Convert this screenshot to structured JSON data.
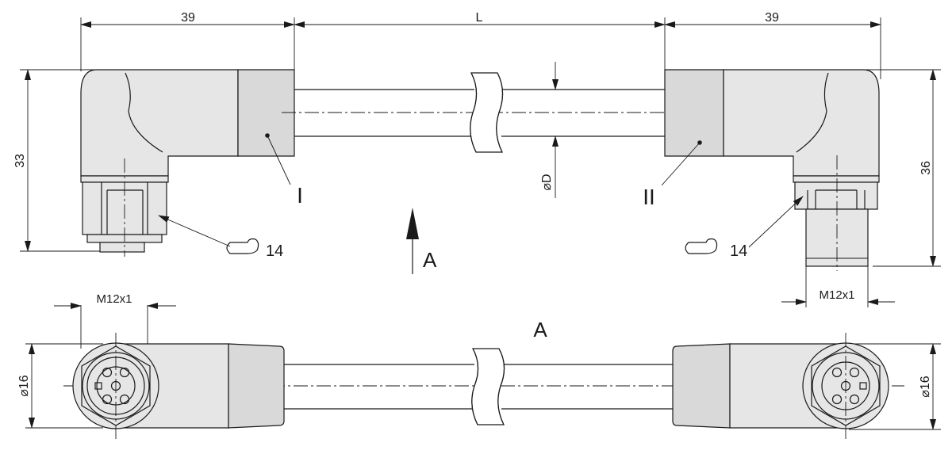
{
  "dimensions": {
    "length_left_connector": "39",
    "cable_length": "L",
    "length_right_connector": "39",
    "height_left": "33",
    "height_right": "36",
    "cable_diameter": "⌀D",
    "thread_left": "M12x1",
    "thread_right": "M12x1",
    "diameter_left": "⌀16",
    "diameter_right": "⌀16"
  },
  "labels": {
    "end_one": "I",
    "end_two": "II",
    "view_arrow": "A",
    "view_title": "A",
    "wrench_left": "14",
    "wrench_right": "14"
  },
  "icons": [
    "wrench-icon",
    "arrow-up-icon"
  ]
}
